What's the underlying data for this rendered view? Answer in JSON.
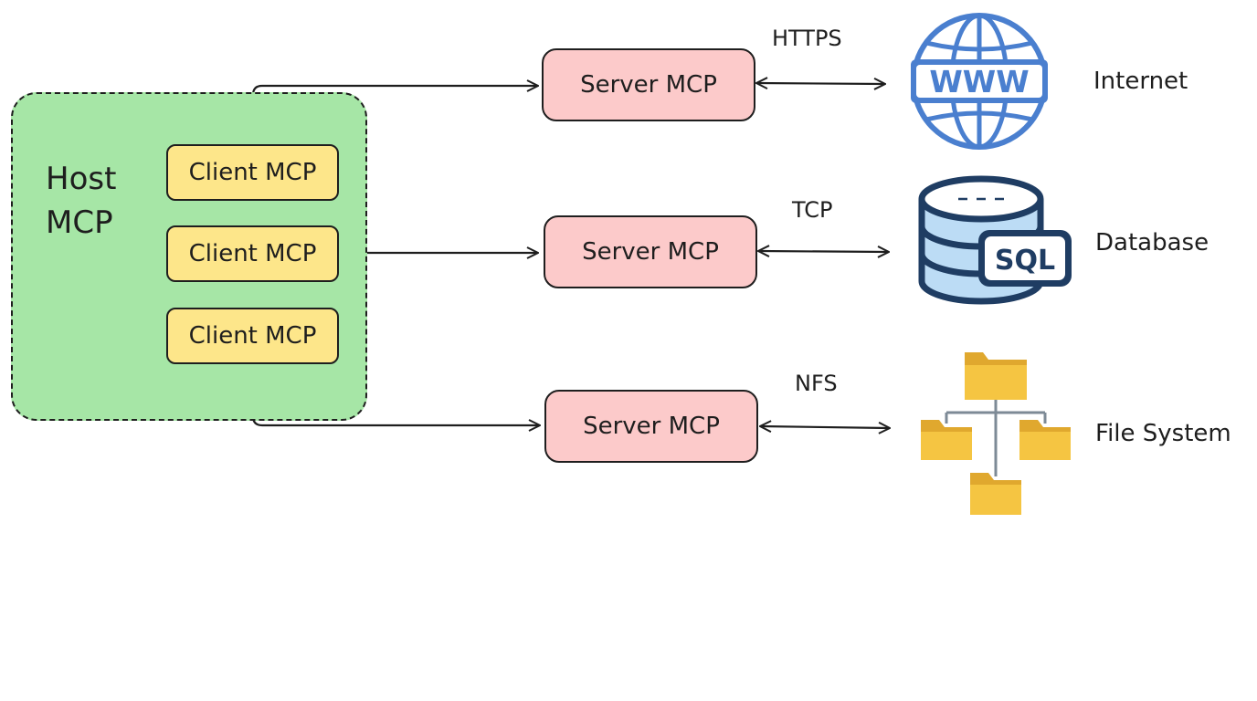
{
  "host": {
    "title": "Host\nMCP"
  },
  "clients": [
    {
      "label": "Client MCP"
    },
    {
      "label": "Client MCP"
    },
    {
      "label": "Client MCP"
    }
  ],
  "servers": [
    {
      "label": "Server MCP",
      "protocol": "HTTPS",
      "resource": "Internet",
      "icon": "globe-www-icon"
    },
    {
      "label": "Server MCP",
      "protocol": "TCP",
      "resource": "Database",
      "icon": "sql-database-icon"
    },
    {
      "label": "Server MCP",
      "protocol": "NFS",
      "resource": "File System",
      "icon": "folder-tree-icon"
    }
  ],
  "icons": {
    "globe_text": "WWW",
    "db_text": "SQL"
  },
  "colors": {
    "host_fill": "#a6e6a6",
    "client_fill": "#fde68a",
    "server_fill": "#fccaca",
    "globe_blue": "#4a7fcf",
    "db_navy": "#1f3d63",
    "folder_yellow": "#f5c542"
  }
}
